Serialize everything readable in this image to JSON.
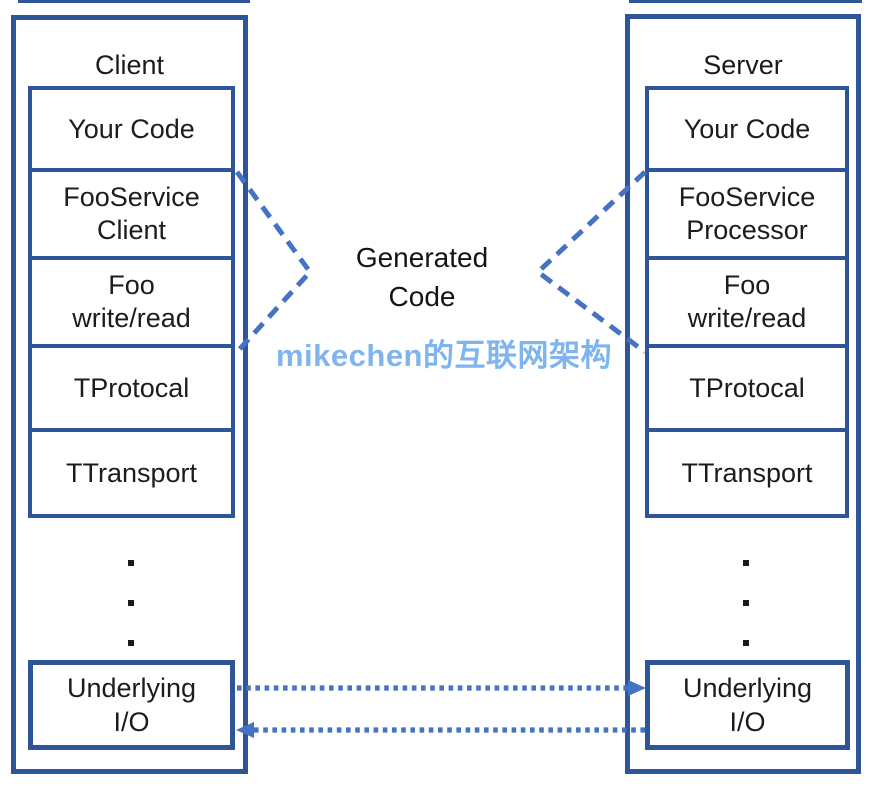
{
  "client_panel": {
    "title": "Client",
    "layers": [
      {
        "lines": [
          "Your Code",
          ""
        ]
      },
      {
        "lines": [
          "FooService",
          "Client"
        ]
      },
      {
        "lines": [
          "Foo",
          "write/read"
        ]
      },
      {
        "lines": [
          "TProtocal",
          ""
        ]
      },
      {
        "lines": [
          "TTransport",
          ""
        ]
      }
    ],
    "io_box": {
      "lines": [
        "Underlying",
        "I/O"
      ]
    }
  },
  "server_panel": {
    "title": "Server",
    "layers": [
      {
        "lines": [
          "Your Code",
          ""
        ]
      },
      {
        "lines": [
          "FooService",
          "Processor",
          ""
        ]
      },
      {
        "lines": [
          "Foo",
          "write/read"
        ]
      },
      {
        "lines": [
          "TProtocal",
          ""
        ]
      },
      {
        "lines": [
          "TTransport",
          ""
        ]
      }
    ],
    "io_box": {
      "lines": [
        "Underlying",
        "I/O"
      ]
    }
  },
  "center": {
    "generated_code_label": "Generated Code",
    "watermark_text": "mikechen的互联网架构"
  },
  "icons": {
    "vertical_ellipsis": "three stacked square dots",
    "right_arrowhead": "solid triangle pointing right",
    "left_arrowhead": "solid triangle pointing left"
  },
  "colors": {
    "panel_border": "#2e5597",
    "connector_blue": "#4472c4",
    "watermark_blue": "#7fb5ee",
    "label_text": "#1c1c1c"
  }
}
